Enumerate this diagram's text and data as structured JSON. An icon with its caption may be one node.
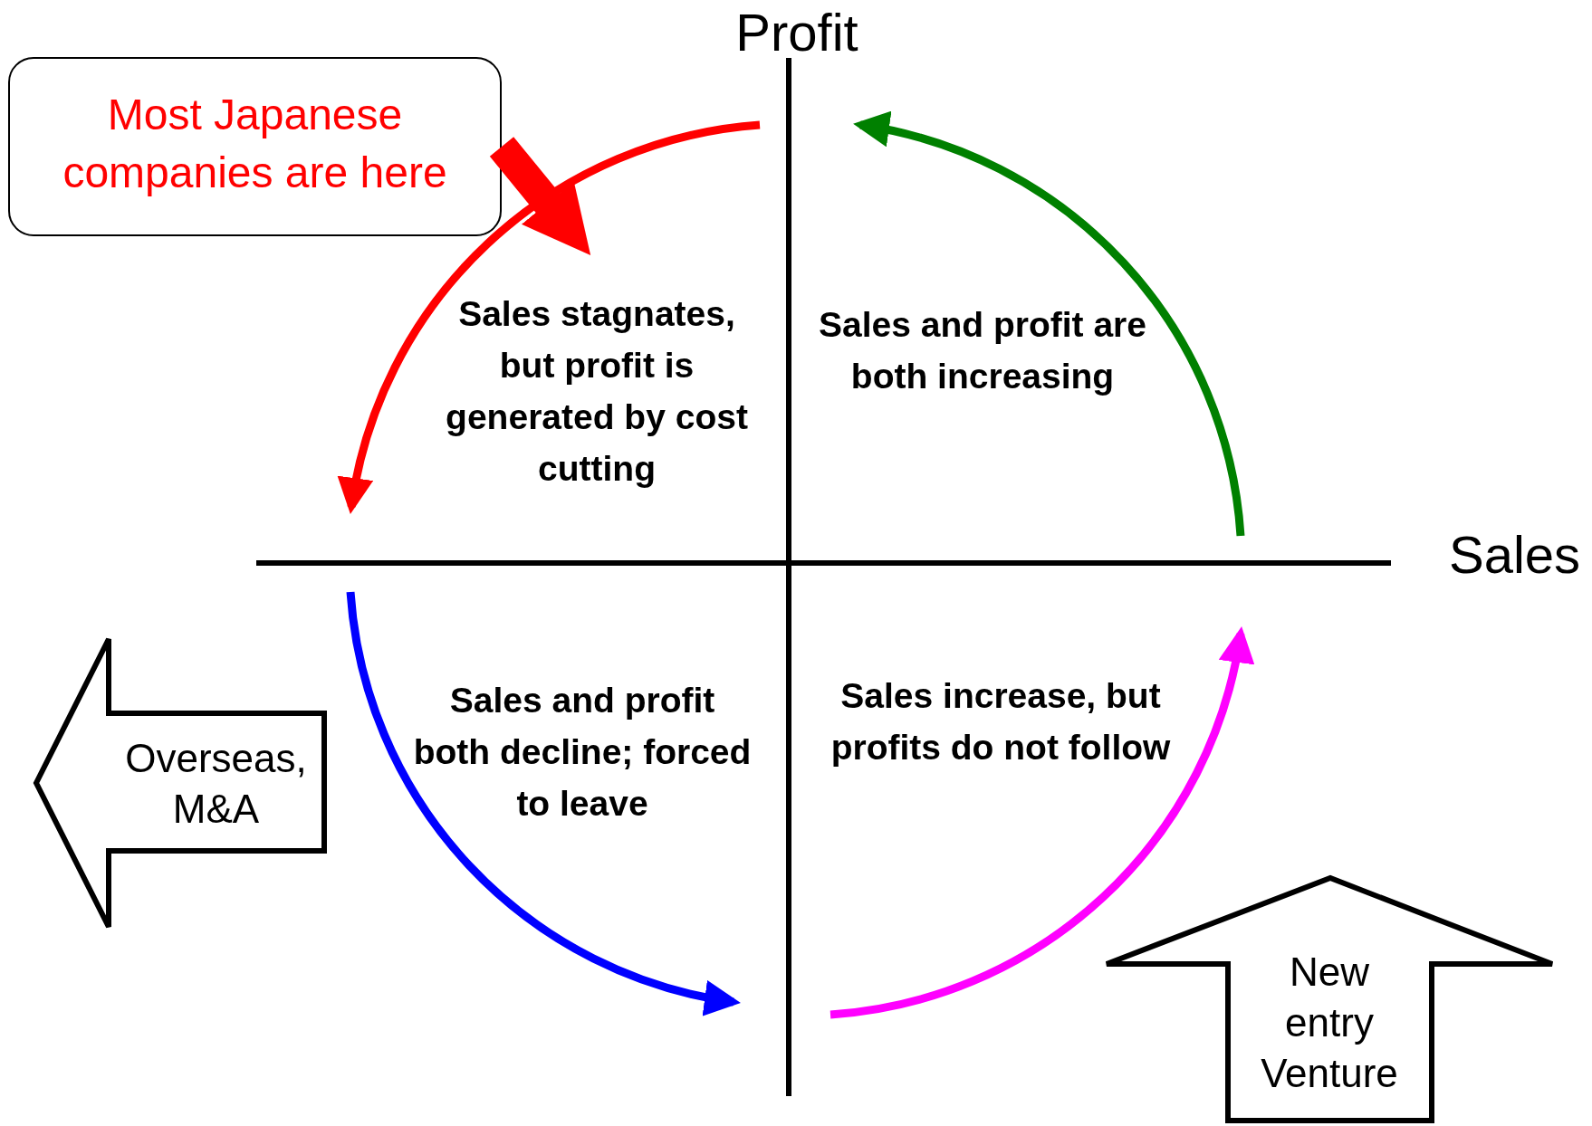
{
  "diagram": {
    "nodes": [
      {
        "text": [
          "Most Japanese companies are here"
        ]
      },
      {
        "text": [
          "Sales stagnates, but profit is generated by cost cutting"
        ]
      },
      {
        "text": [
          "Sales and profit are both increasing"
        ]
      },
      {
        "text": [
          "Overseas, M&A"
        ]
      },
      {
        "text": [
          "Sales and profit both decline; forced to leave"
        ]
      },
      {
        "text": [
          "Sales increase, but profits do not follow"
        ]
      },
      {
        "text": [
          "New entry Venture"
        ]
      }
    ],
    "edges": [
      {
        "from": 0,
        "to": 1,
        "arrow": "to",
        "color": "#ff0000"
      }
    ],
    "labels": [
      "Profit",
      "Sales"
    ]
  }
}
